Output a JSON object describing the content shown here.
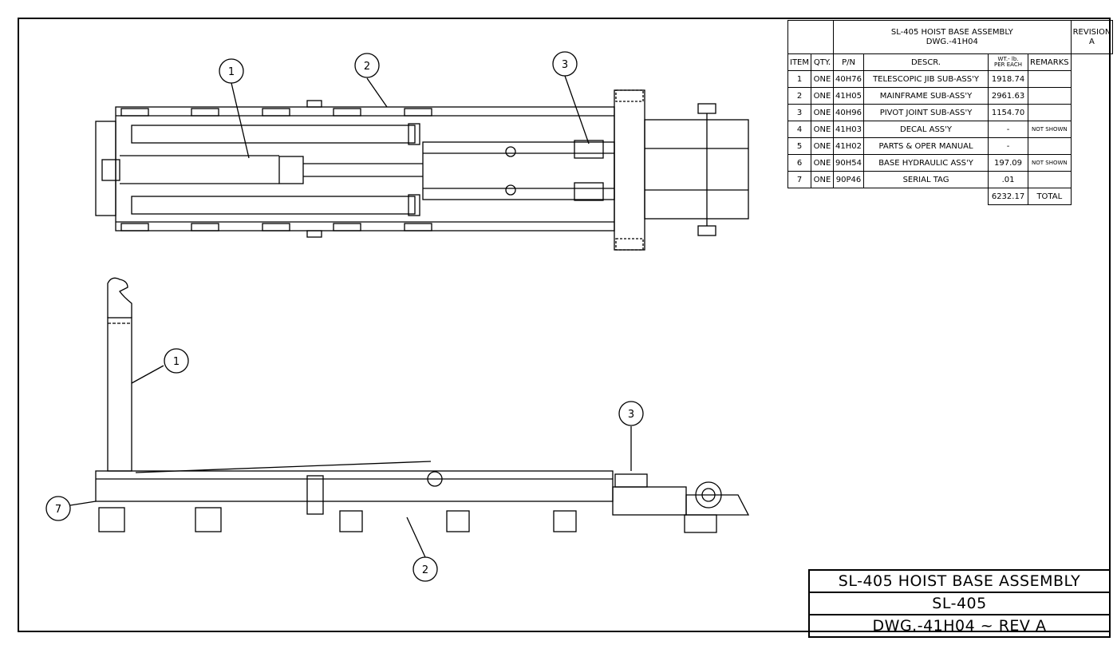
{
  "bom": {
    "assembly_title": "SL-405 HOIST BASE ASSEMBLY",
    "dwg_ref": "DWG.-41H04",
    "revision_label": "REVISION",
    "revision_value": "A",
    "columns": {
      "item": "ITEM",
      "qty": "QTY.",
      "pn": "P/N",
      "descr": "DESCR.",
      "wt_line1": "WT.- lb.",
      "wt_line2": "PER EACH",
      "remarks": "REMARKS"
    },
    "rows": [
      {
        "item": "1",
        "qty": "ONE",
        "pn": "40H76",
        "descr": "TELESCOPIC JIB SUB-ASS'Y",
        "wt": "1918.74",
        "remarks": ""
      },
      {
        "item": "2",
        "qty": "ONE",
        "pn": "41H05",
        "descr": "MAINFRAME SUB-ASS'Y",
        "wt": "2961.63",
        "remarks": ""
      },
      {
        "item": "3",
        "qty": "ONE",
        "pn": "40H96",
        "descr": "PIVOT JOINT SUB-ASS'Y",
        "wt": "1154.70",
        "remarks": ""
      },
      {
        "item": "4",
        "qty": "ONE",
        "pn": "41H03",
        "descr": "DECAL ASS'Y",
        "wt": "-",
        "remarks": "NOT SHOWN"
      },
      {
        "item": "5",
        "qty": "ONE",
        "pn": "41H02",
        "descr": "PARTS & OPER MANUAL",
        "wt": "-",
        "remarks": ""
      },
      {
        "item": "6",
        "qty": "ONE",
        "pn": "90H54",
        "descr": "BASE HYDRAULIC ASS'Y",
        "wt": "197.09",
        "remarks": "NOT SHOWN"
      },
      {
        "item": "7",
        "qty": "ONE",
        "pn": "90P46",
        "descr": "SERIAL TAG",
        "wt": ".01",
        "remarks": ""
      }
    ],
    "total_value": "6232.17",
    "total_label": "TOTAL"
  },
  "title_block": {
    "line1": "SL-405 HOIST BASE ASSEMBLY",
    "line2": "SL-405",
    "line3": "DWG.-41H04 ~ REV A"
  },
  "balloons": {
    "top_view": [
      "1",
      "2",
      "3"
    ],
    "side_view": [
      "1",
      "2",
      "3",
      "7"
    ]
  }
}
